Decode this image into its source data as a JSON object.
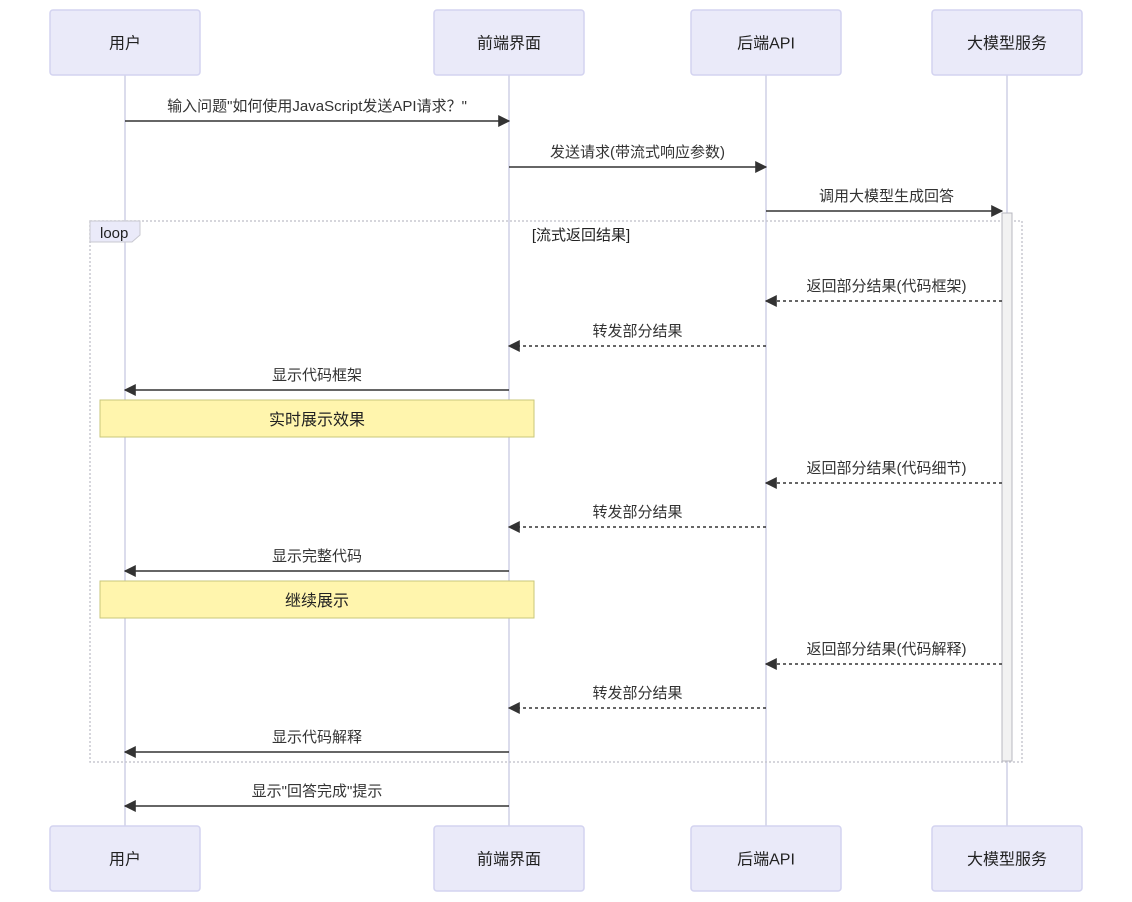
{
  "participants": [
    "用户",
    "前端界面",
    "后端API",
    "大模型服务"
  ],
  "messages": [
    {
      "from": 0,
      "to": 1,
      "text": "输入问题\"如何使用JavaScript发送API请求？\"",
      "dashed": false
    },
    {
      "from": 1,
      "to": 2,
      "text": "发送请求(带流式响应参数)",
      "dashed": false
    },
    {
      "from": 2,
      "to": 3,
      "text": "调用大模型生成回答",
      "dashed": false
    },
    {
      "from": 3,
      "to": 2,
      "text": "返回部分结果(代码框架)",
      "dashed": true
    },
    {
      "from": 2,
      "to": 1,
      "text": "转发部分结果",
      "dashed": true
    },
    {
      "from": 1,
      "to": 0,
      "text": "显示代码框架",
      "dashed": false
    },
    {
      "from": 3,
      "to": 2,
      "text": "返回部分结果(代码细节)",
      "dashed": true
    },
    {
      "from": 2,
      "to": 1,
      "text": "转发部分结果",
      "dashed": true
    },
    {
      "from": 1,
      "to": 0,
      "text": "显示完整代码",
      "dashed": false
    },
    {
      "from": 3,
      "to": 2,
      "text": "返回部分结果(代码解释)",
      "dashed": true
    },
    {
      "from": 2,
      "to": 1,
      "text": "转发部分结果",
      "dashed": true
    },
    {
      "from": 1,
      "to": 0,
      "text": "显示代码解释",
      "dashed": false
    },
    {
      "from": 1,
      "to": 0,
      "text": "显示\"回答完成\"提示",
      "dashed": false
    }
  ],
  "notes": [
    "实时展示效果",
    "继续展示"
  ],
  "loop": {
    "keyword": "loop",
    "condition": "[流式返回结果]"
  },
  "colors": {
    "actor_fill": "#eaeaf9",
    "actor_stroke": "#d3d3f0",
    "lifeline": "#cfd0e6",
    "note_fill": "#fff5ad",
    "note_stroke": "#c9c77a",
    "arrow": "#333333",
    "loop_border": "#c8c8d0",
    "activation_fill": "#f2f2f2",
    "activation_stroke": "#b8b8c0"
  }
}
